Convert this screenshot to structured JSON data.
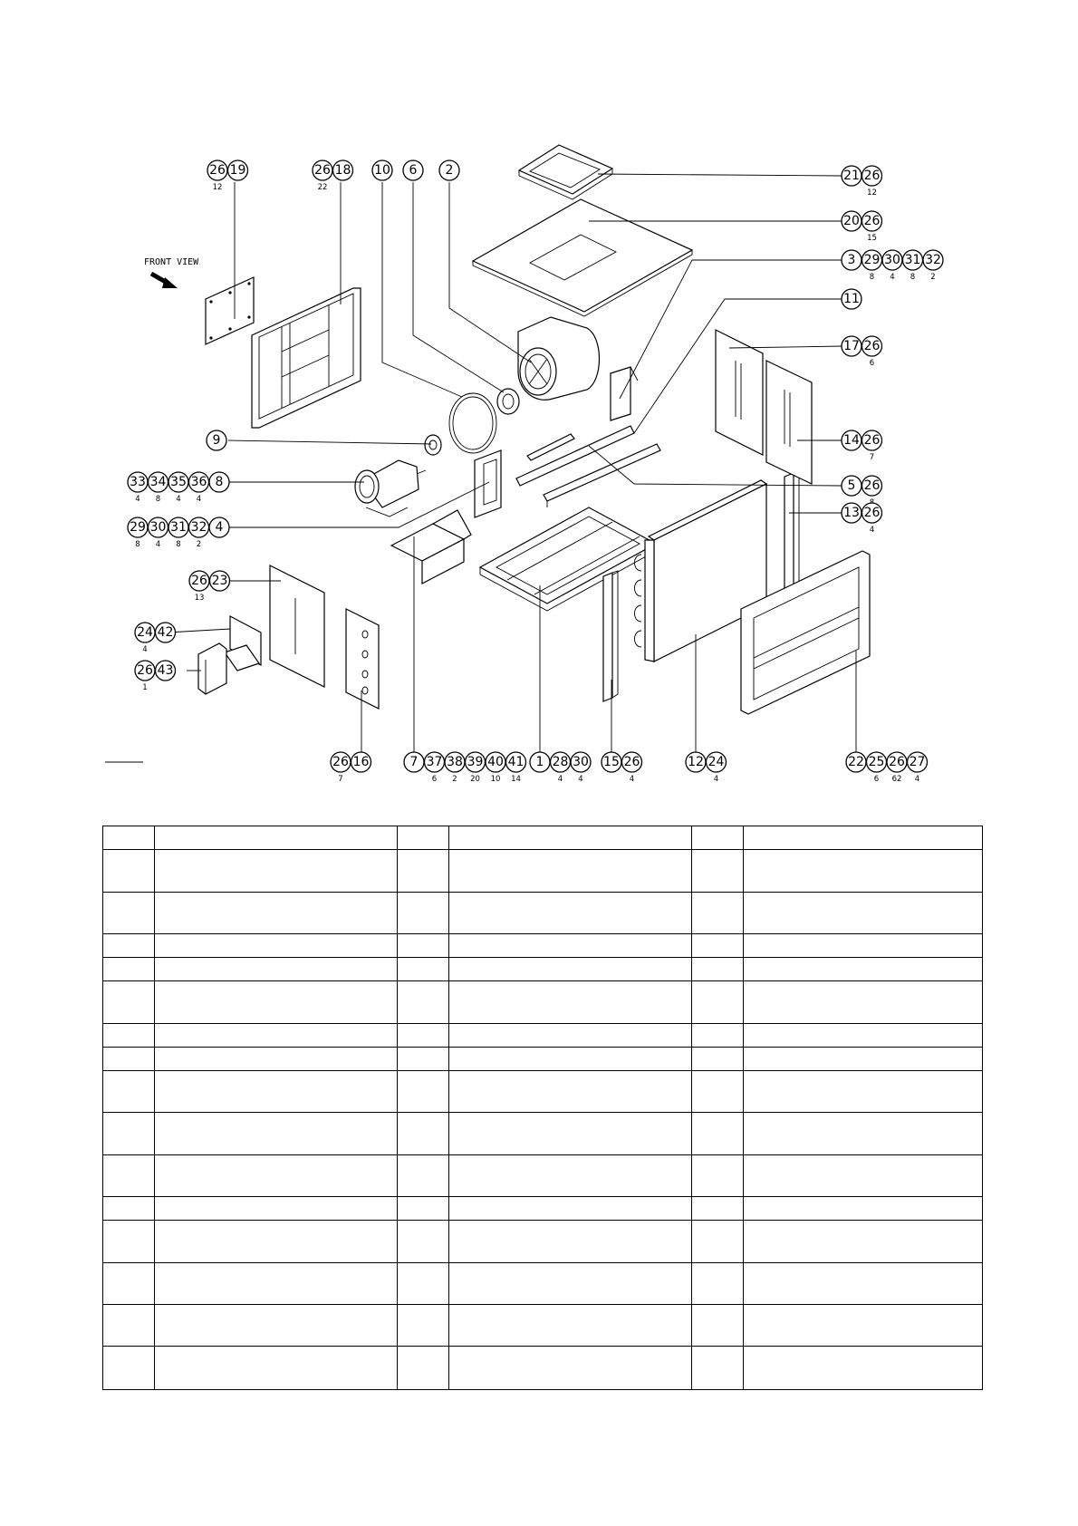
{
  "drawing": {
    "front_view_label": "FRONT VIEW",
    "callouts": [
      {
        "id": "c-26-19",
        "nums": [
          "26",
          "19"
        ],
        "qty": [
          "12",
          ""
        ]
      },
      {
        "id": "c-26-18",
        "nums": [
          "26",
          "18"
        ],
        "qty": [
          "22",
          ""
        ]
      },
      {
        "id": "c-10",
        "nums": [
          "10"
        ],
        "qty": [
          ""
        ]
      },
      {
        "id": "c-6",
        "nums": [
          "6"
        ],
        "qty": [
          ""
        ]
      },
      {
        "id": "c-2",
        "nums": [
          "2"
        ],
        "qty": [
          ""
        ]
      },
      {
        "id": "c-21-26",
        "nums": [
          "21",
          "26"
        ],
        "qty": [
          "",
          "12"
        ]
      },
      {
        "id": "c-20-26",
        "nums": [
          "20",
          "26"
        ],
        "qty": [
          "",
          "15"
        ]
      },
      {
        "id": "c-3-29-30-31-32",
        "nums": [
          "3",
          "29",
          "30",
          "31",
          "32"
        ],
        "qty": [
          "",
          "8",
          "4",
          "8",
          "2"
        ]
      },
      {
        "id": "c-11",
        "nums": [
          "11"
        ],
        "qty": [
          ""
        ]
      },
      {
        "id": "c-17-26",
        "nums": [
          "17",
          "26"
        ],
        "qty": [
          "",
          "6"
        ]
      },
      {
        "id": "c-14-26",
        "nums": [
          "14",
          "26"
        ],
        "qty": [
          "",
          "7"
        ]
      },
      {
        "id": "c-5-26",
        "nums": [
          "5",
          "26"
        ],
        "qty": [
          "",
          "8"
        ]
      },
      {
        "id": "c-13-26",
        "nums": [
          "13",
          "26"
        ],
        "qty": [
          "",
          "4"
        ]
      },
      {
        "id": "c-9",
        "nums": [
          "9"
        ],
        "qty": [
          ""
        ]
      },
      {
        "id": "c-33-8",
        "nums": [
          "33",
          "34",
          "35",
          "36",
          "8"
        ],
        "qty": [
          "4",
          "8",
          "4",
          "4",
          ""
        ]
      },
      {
        "id": "c-29-4",
        "nums": [
          "29",
          "30",
          "31",
          "32",
          "4"
        ],
        "qty": [
          "8",
          "4",
          "8",
          "2",
          ""
        ]
      },
      {
        "id": "c-26-23",
        "nums": [
          "26",
          "23"
        ],
        "qty": [
          "13",
          ""
        ]
      },
      {
        "id": "c-24-42",
        "nums": [
          "24",
          "42"
        ],
        "qty": [
          "4",
          ""
        ]
      },
      {
        "id": "c-26-43",
        "nums": [
          "26",
          "43"
        ],
        "qty": [
          "1",
          ""
        ]
      },
      {
        "id": "c-26-16",
        "nums": [
          "26",
          "16"
        ],
        "qty": [
          "7",
          ""
        ]
      },
      {
        "id": "c-7-41",
        "nums": [
          "7",
          "37",
          "38",
          "39",
          "40",
          "41"
        ],
        "qty": [
          "",
          "6",
          "2",
          "20",
          "10",
          "14"
        ]
      },
      {
        "id": "c-1-28-30",
        "nums": [
          "1",
          "28",
          "30"
        ],
        "qty": [
          "",
          "4",
          "4"
        ]
      },
      {
        "id": "c-15-26",
        "nums": [
          "15",
          "26"
        ],
        "qty": [
          "",
          "4"
        ]
      },
      {
        "id": "c-12-24",
        "nums": [
          "12",
          "24"
        ],
        "qty": [
          "",
          "4"
        ]
      },
      {
        "id": "c-22-27",
        "nums": [
          "22",
          "25",
          "26",
          "27"
        ],
        "qty": [
          "",
          "6",
          "62",
          "4"
        ]
      }
    ]
  },
  "parts_table": {
    "row_count": 15,
    "column_count": 6,
    "rows": [
      [
        "",
        "",
        "",
        "",
        "",
        ""
      ],
      [
        "",
        "",
        "",
        "",
        "",
        ""
      ],
      [
        "",
        "",
        "",
        "",
        "",
        ""
      ],
      [
        "",
        "",
        "",
        "",
        "",
        ""
      ],
      [
        "",
        "",
        "",
        "",
        "",
        ""
      ],
      [
        "",
        "",
        "",
        "",
        "",
        ""
      ],
      [
        "",
        "",
        "",
        "",
        "",
        ""
      ],
      [
        "",
        "",
        "",
        "",
        "",
        ""
      ],
      [
        "",
        "",
        "",
        "",
        "",
        ""
      ],
      [
        "",
        "",
        "",
        "",
        "",
        ""
      ],
      [
        "",
        "",
        "",
        "",
        "",
        ""
      ],
      [
        "",
        "",
        "",
        "",
        "",
        ""
      ],
      [
        "",
        "",
        "",
        "",
        "",
        ""
      ],
      [
        "",
        "",
        "",
        "",
        "",
        ""
      ],
      [
        "",
        "",
        "",
        "",
        "",
        ""
      ],
      [
        "",
        "",
        "",
        "",
        "",
        ""
      ]
    ]
  }
}
